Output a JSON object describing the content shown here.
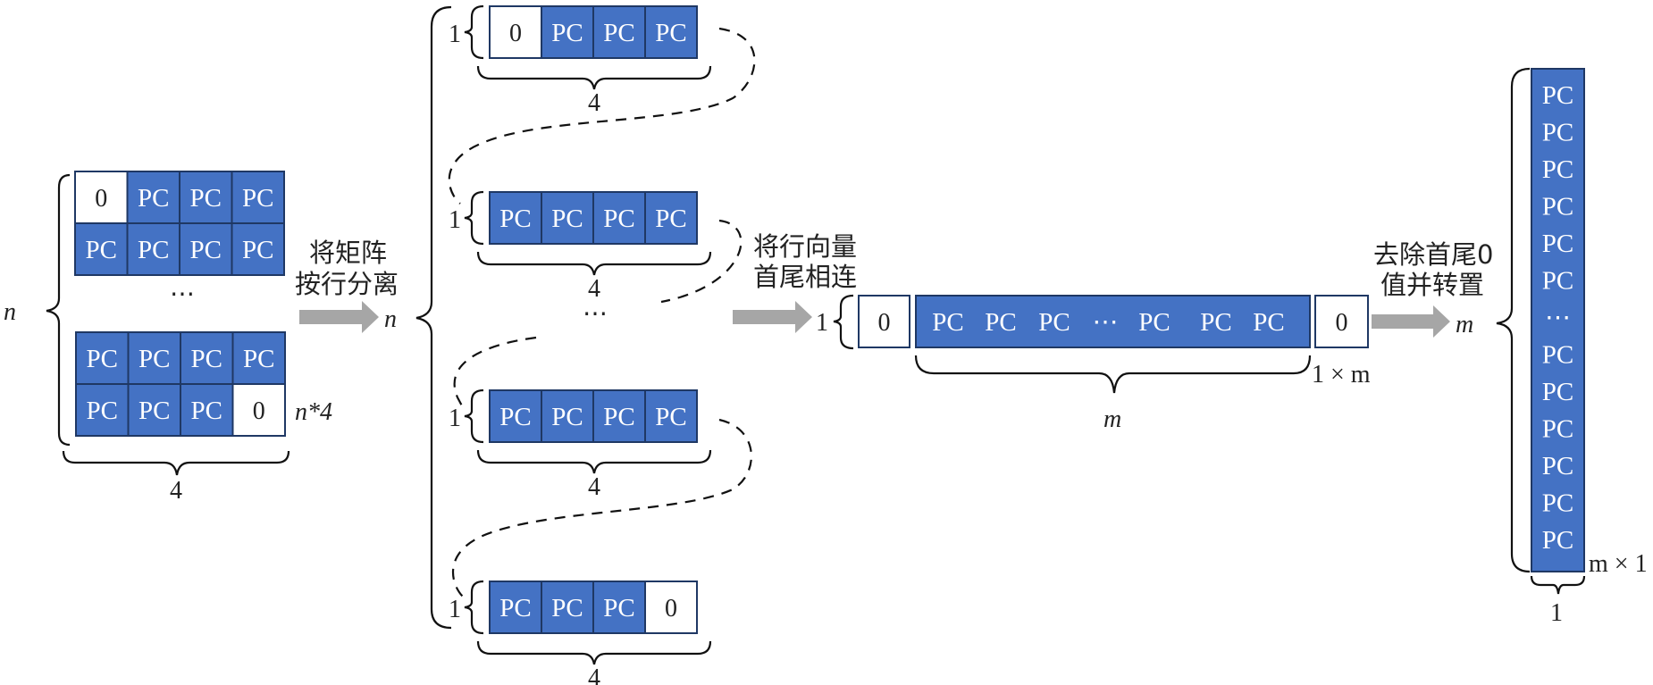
{
  "colors": {
    "cell_fill": "#4472C4",
    "cell_border": "#1F3864",
    "arrow": "#A6A6A6",
    "text": "#222222"
  },
  "cell_values": {
    "pc": "PC",
    "zero": "0",
    "ellipsis": "⋯"
  },
  "matrix": {
    "rows_label": "n",
    "cols_label": "4",
    "size_label": "n*4",
    "top_rows": [
      [
        "0",
        "PC",
        "PC",
        "PC"
      ],
      [
        "PC",
        "PC",
        "PC",
        "PC"
      ]
    ],
    "bottom_rows": [
      [
        "PC",
        "PC",
        "PC",
        "PC"
      ],
      [
        "PC",
        "PC",
        "PC",
        "0"
      ]
    ],
    "ellipsis": "⋯"
  },
  "step1": {
    "line1": "将矩阵",
    "line2": "按行分离",
    "result_label": "n"
  },
  "row_vectors": {
    "rows": [
      {
        "cells": [
          "0",
          "PC",
          "PC",
          "PC"
        ],
        "height_label": "1",
        "width_label": "4"
      },
      {
        "cells": [
          "PC",
          "PC",
          "PC",
          "PC"
        ],
        "height_label": "1",
        "width_label": "4"
      },
      {
        "cells": [
          "PC",
          "PC",
          "PC",
          "PC"
        ],
        "height_label": "1",
        "width_label": "4"
      },
      {
        "cells": [
          "PC",
          "PC",
          "PC",
          "0"
        ],
        "height_label": "1",
        "width_label": "4"
      }
    ],
    "ellipsis": "⋯"
  },
  "step2": {
    "line1": "将行向量",
    "line2": "首尾相连"
  },
  "concat_vector": {
    "height_label": "1",
    "head": "0",
    "body": [
      "PC",
      "PC",
      "PC",
      "⋯",
      "PC",
      "PC",
      "PC"
    ],
    "tail": "0",
    "body_label": "m",
    "size_label": "1 × m"
  },
  "step3": {
    "line1": "去除首尾0",
    "line2": "值并转置",
    "result_label": "m"
  },
  "column_vector": {
    "cells": [
      "PC",
      "PC",
      "PC",
      "PC",
      "PC",
      "PC",
      "⋯",
      "PC",
      "PC",
      "PC",
      "PC",
      "PC",
      "PC"
    ],
    "width_label": "1",
    "size_label": "m × 1"
  }
}
